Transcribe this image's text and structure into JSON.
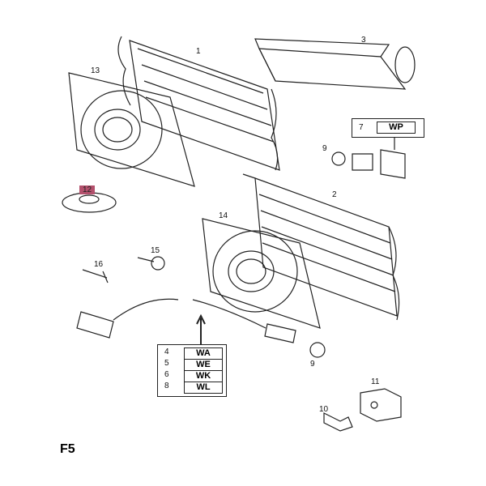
{
  "diagram": {
    "figure_label": "F5",
    "highlight_color": "#b3506c",
    "part_numbers": {
      "p1": "1",
      "p2": "2",
      "p3": "3",
      "p9a": "9",
      "p9b": "9",
      "p10": "10",
      "p11": "11",
      "p12": "12",
      "p13": "13",
      "p14": "14",
      "p15": "15",
      "p16": "16"
    },
    "wp_box": {
      "num": "7",
      "code": "WP"
    },
    "wire_box": [
      {
        "num": "4",
        "code": "WA"
      },
      {
        "num": "5",
        "code": "WE"
      },
      {
        "num": "6",
        "code": "WK"
      },
      {
        "num": "8",
        "code": "WL"
      }
    ]
  }
}
